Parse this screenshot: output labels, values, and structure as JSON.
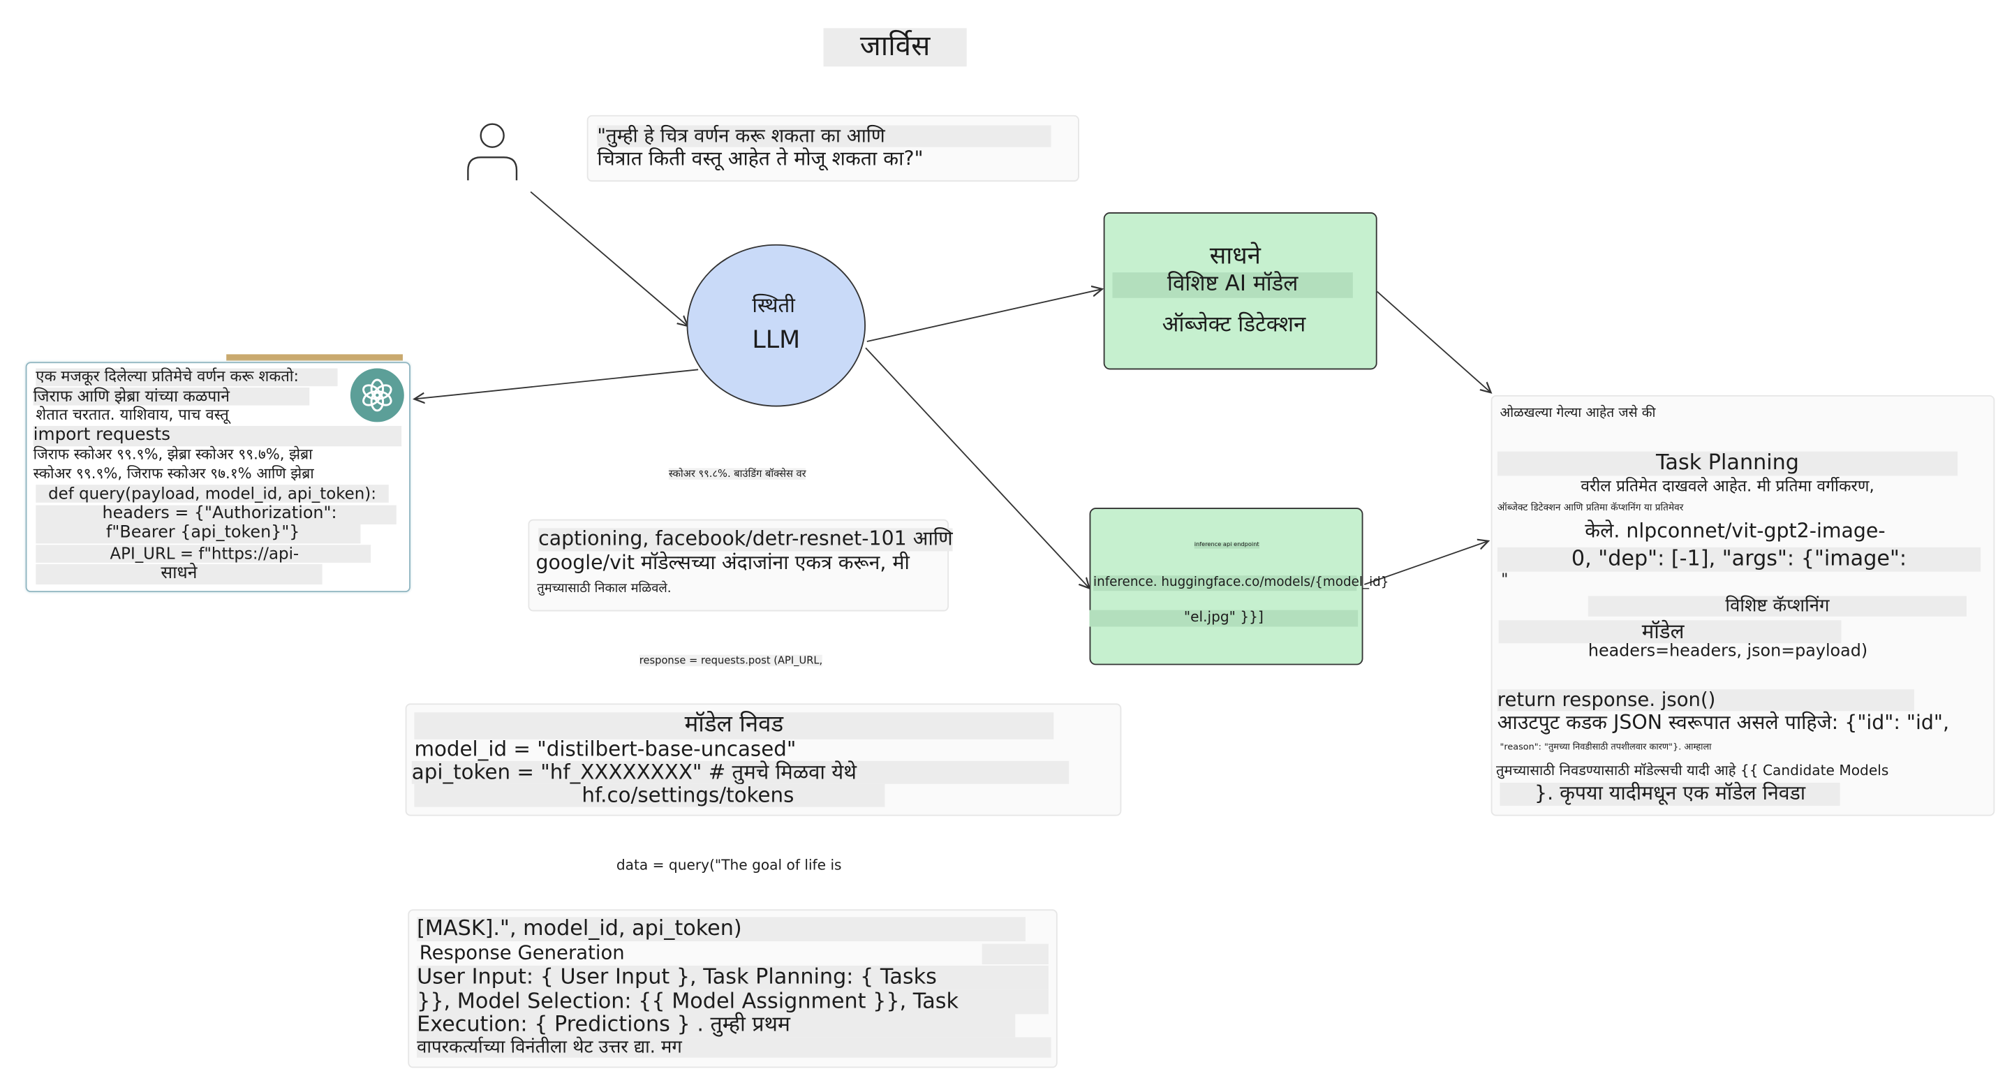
{
  "title": "जार्विस",
  "user_prompt": {
    "line1": "\"तुम्ही हे चित्र वर्णन करू शकता का आणि",
    "line2": "चित्रात किती वस्तू आहेत ते मोजू शकता का?\""
  },
  "llm_node": {
    "line1": "स्थिती",
    "line2": "LLM"
  },
  "tools_node": {
    "line1": "साधने",
    "line2": "विशिष्ट AI मॉडेल",
    "line3": "ऑब्जेक्ट डिटेक्शन"
  },
  "response_card": {
    "lines": [
      "एक मजकूर दिलेल्या प्रतिमेचे वर्णन करू शकतो:",
      "जिराफ आणि झेब्रा यांच्या कळपाने",
      "शेतात चरतात. याशिवाय, पाच वस्तू",
      "import requests",
      "जिराफ स्कोअर ९९.९%, झेब्रा स्कोअर ९९.७%, झेब्रा",
      "स्कोअर ९९.९%, जिराफ स्कोअर ९७.१% आणि झेब्रा",
      "def query(payload, model_id, api_token):",
      "headers = {\"Authorization\":",
      "f\"Bearer {api_token}\"}",
      "API_URL = f\"https://api-",
      "साधने"
    ]
  },
  "score_caption": "स्कोअर ९९.८%. बाउंडिंग बॉक्सेस वर",
  "captioning_box": {
    "line1": "captioning, facebook/detr-resnet-101 आणि",
    "line2": "google/vit मॉडेल्सच्या अंदाजांना एकत्र करून, मी",
    "line3": "तुमच्यासाठी निकाल मळिवले."
  },
  "response_code": "response = requests.post (API_URL,",
  "model_selection": {
    "title": "मॉडेल निवड",
    "line1": "model_id = \"distilbert-base-uncased\"",
    "line2": "api_token = \"hf_XXXXXXXX\" # तुमचे मिळवा येथे",
    "line3": "hf.co/settings/tokens"
  },
  "data_query": "data = query(\"The goal of life is",
  "response_generation": {
    "line1": "[MASK].\", model_id, api_token)",
    "line2": "Response Generation",
    "line3": "User Input: { User Input }, Task Planning: { Tasks",
    "line4": "}}, Model Selection: {{ Model Assignment }}, Task",
    "line5": "Execution: { Predictions } . तुम्ही प्रथम",
    "line6": "वापरकर्त्याच्या विनंतीला थेट उत्तर द्या. मग"
  },
  "inference_box": {
    "line0": "inference api endpoint",
    "line1": "inference. huggingface.co/models/{model_id}",
    "line2": "\"el.jpg\" }}]"
  },
  "task_planning_card": {
    "line0": "ओळखल्या गेल्या आहेत जसे की",
    "line1": "Task Planning",
    "line2": "वरील प्रतिमेत दाखवले आहेत. मी प्रतिमा वर्गीकरण,",
    "line3": "ऑब्जेक्ट डिटेक्शन आणि प्रतिमा कॅप्शनिंग या प्रतिमेवर",
    "line4": "केले. nlpconnet/vit-gpt2-image-",
    "line5": "0, \"dep\": [-1], \"args\": {\"image\":",
    "line6": "\"",
    "line7": "विशिष्ट कॅप्शनिंग",
    "line8": "मॉडेल",
    "line9": "headers=headers, json=payload)",
    "line10": "return response. json()",
    "line11": "आउटपुट कडक JSON स्वरूपात असले पाहिजे: {\"id\": \"id\",",
    "line12": "\"reason\": \"तुमच्या निवडीसाठी तपशीलवार कारण\"}. आम्हाला",
    "line13": "तुमच्यासाठी निवडण्यासाठी मॉडेल्सची यादी आहे {{ Candidate Models",
    "line14": "}. कृपया यादीमधून एक मॉडेल निवडा"
  },
  "colors": {
    "llm_fill": "#c9daf8",
    "tools_fill": "#c6f0cf",
    "inference_fill": "#c6f0cf",
    "openai_badge": "#5c9f98"
  }
}
